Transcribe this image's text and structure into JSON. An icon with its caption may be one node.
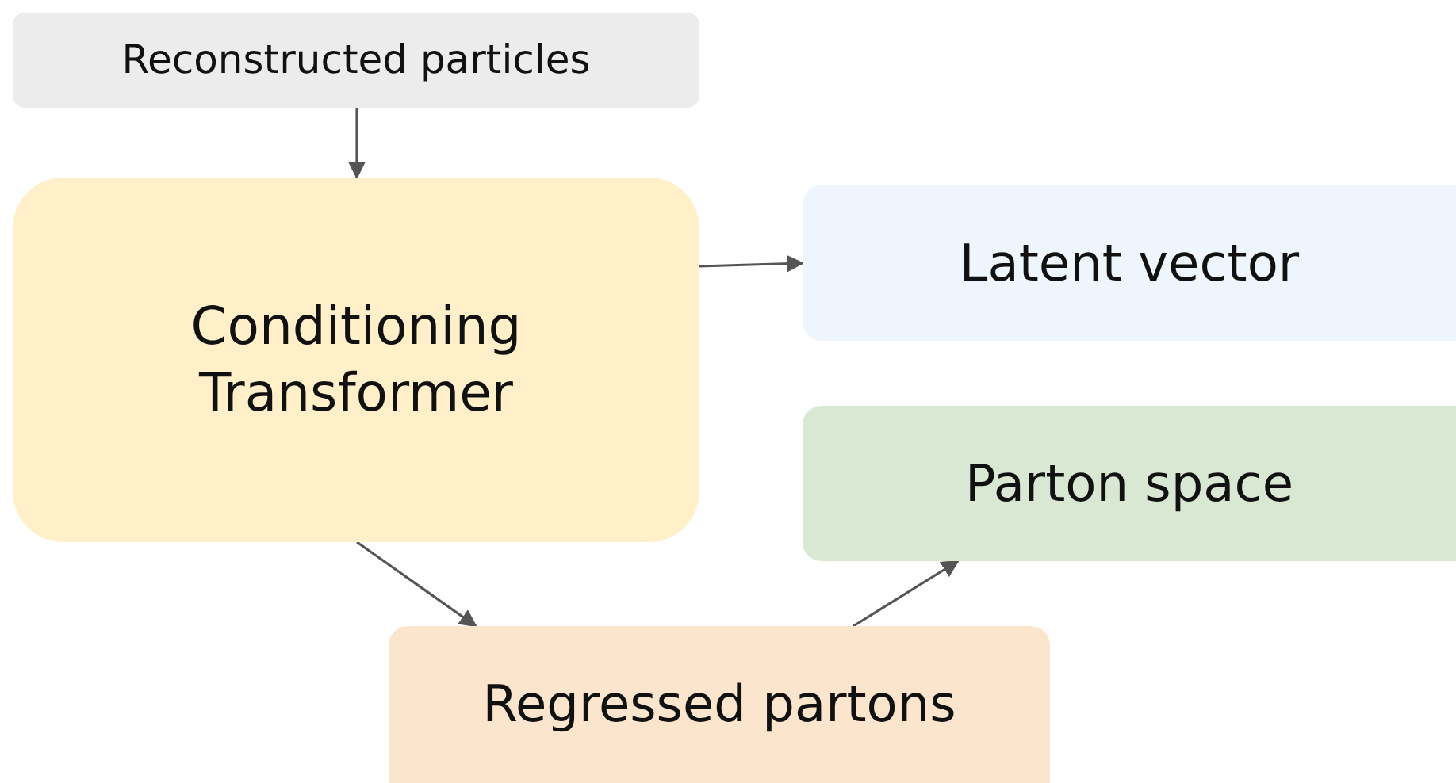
{
  "diagram": {
    "nodes": [
      {
        "text": [
          "Reconstructed particles"
        ]
      },
      {
        "text": [
          "Conditioning Transformer"
        ]
      },
      {
        "text": [
          "Latent vector"
        ]
      },
      {
        "text": [
          "Parton space"
        ]
      },
      {
        "text": [
          "Regressed partons"
        ]
      }
    ],
    "edges": [
      {
        "from": 0,
        "to": 1,
        "arrow": "to"
      },
      {
        "from": 1,
        "to": 2,
        "arrow": "to"
      },
      {
        "from": 1,
        "to": 4,
        "arrow": "to"
      },
      {
        "from": 4,
        "to": 3,
        "arrow": "to"
      }
    ]
  }
}
